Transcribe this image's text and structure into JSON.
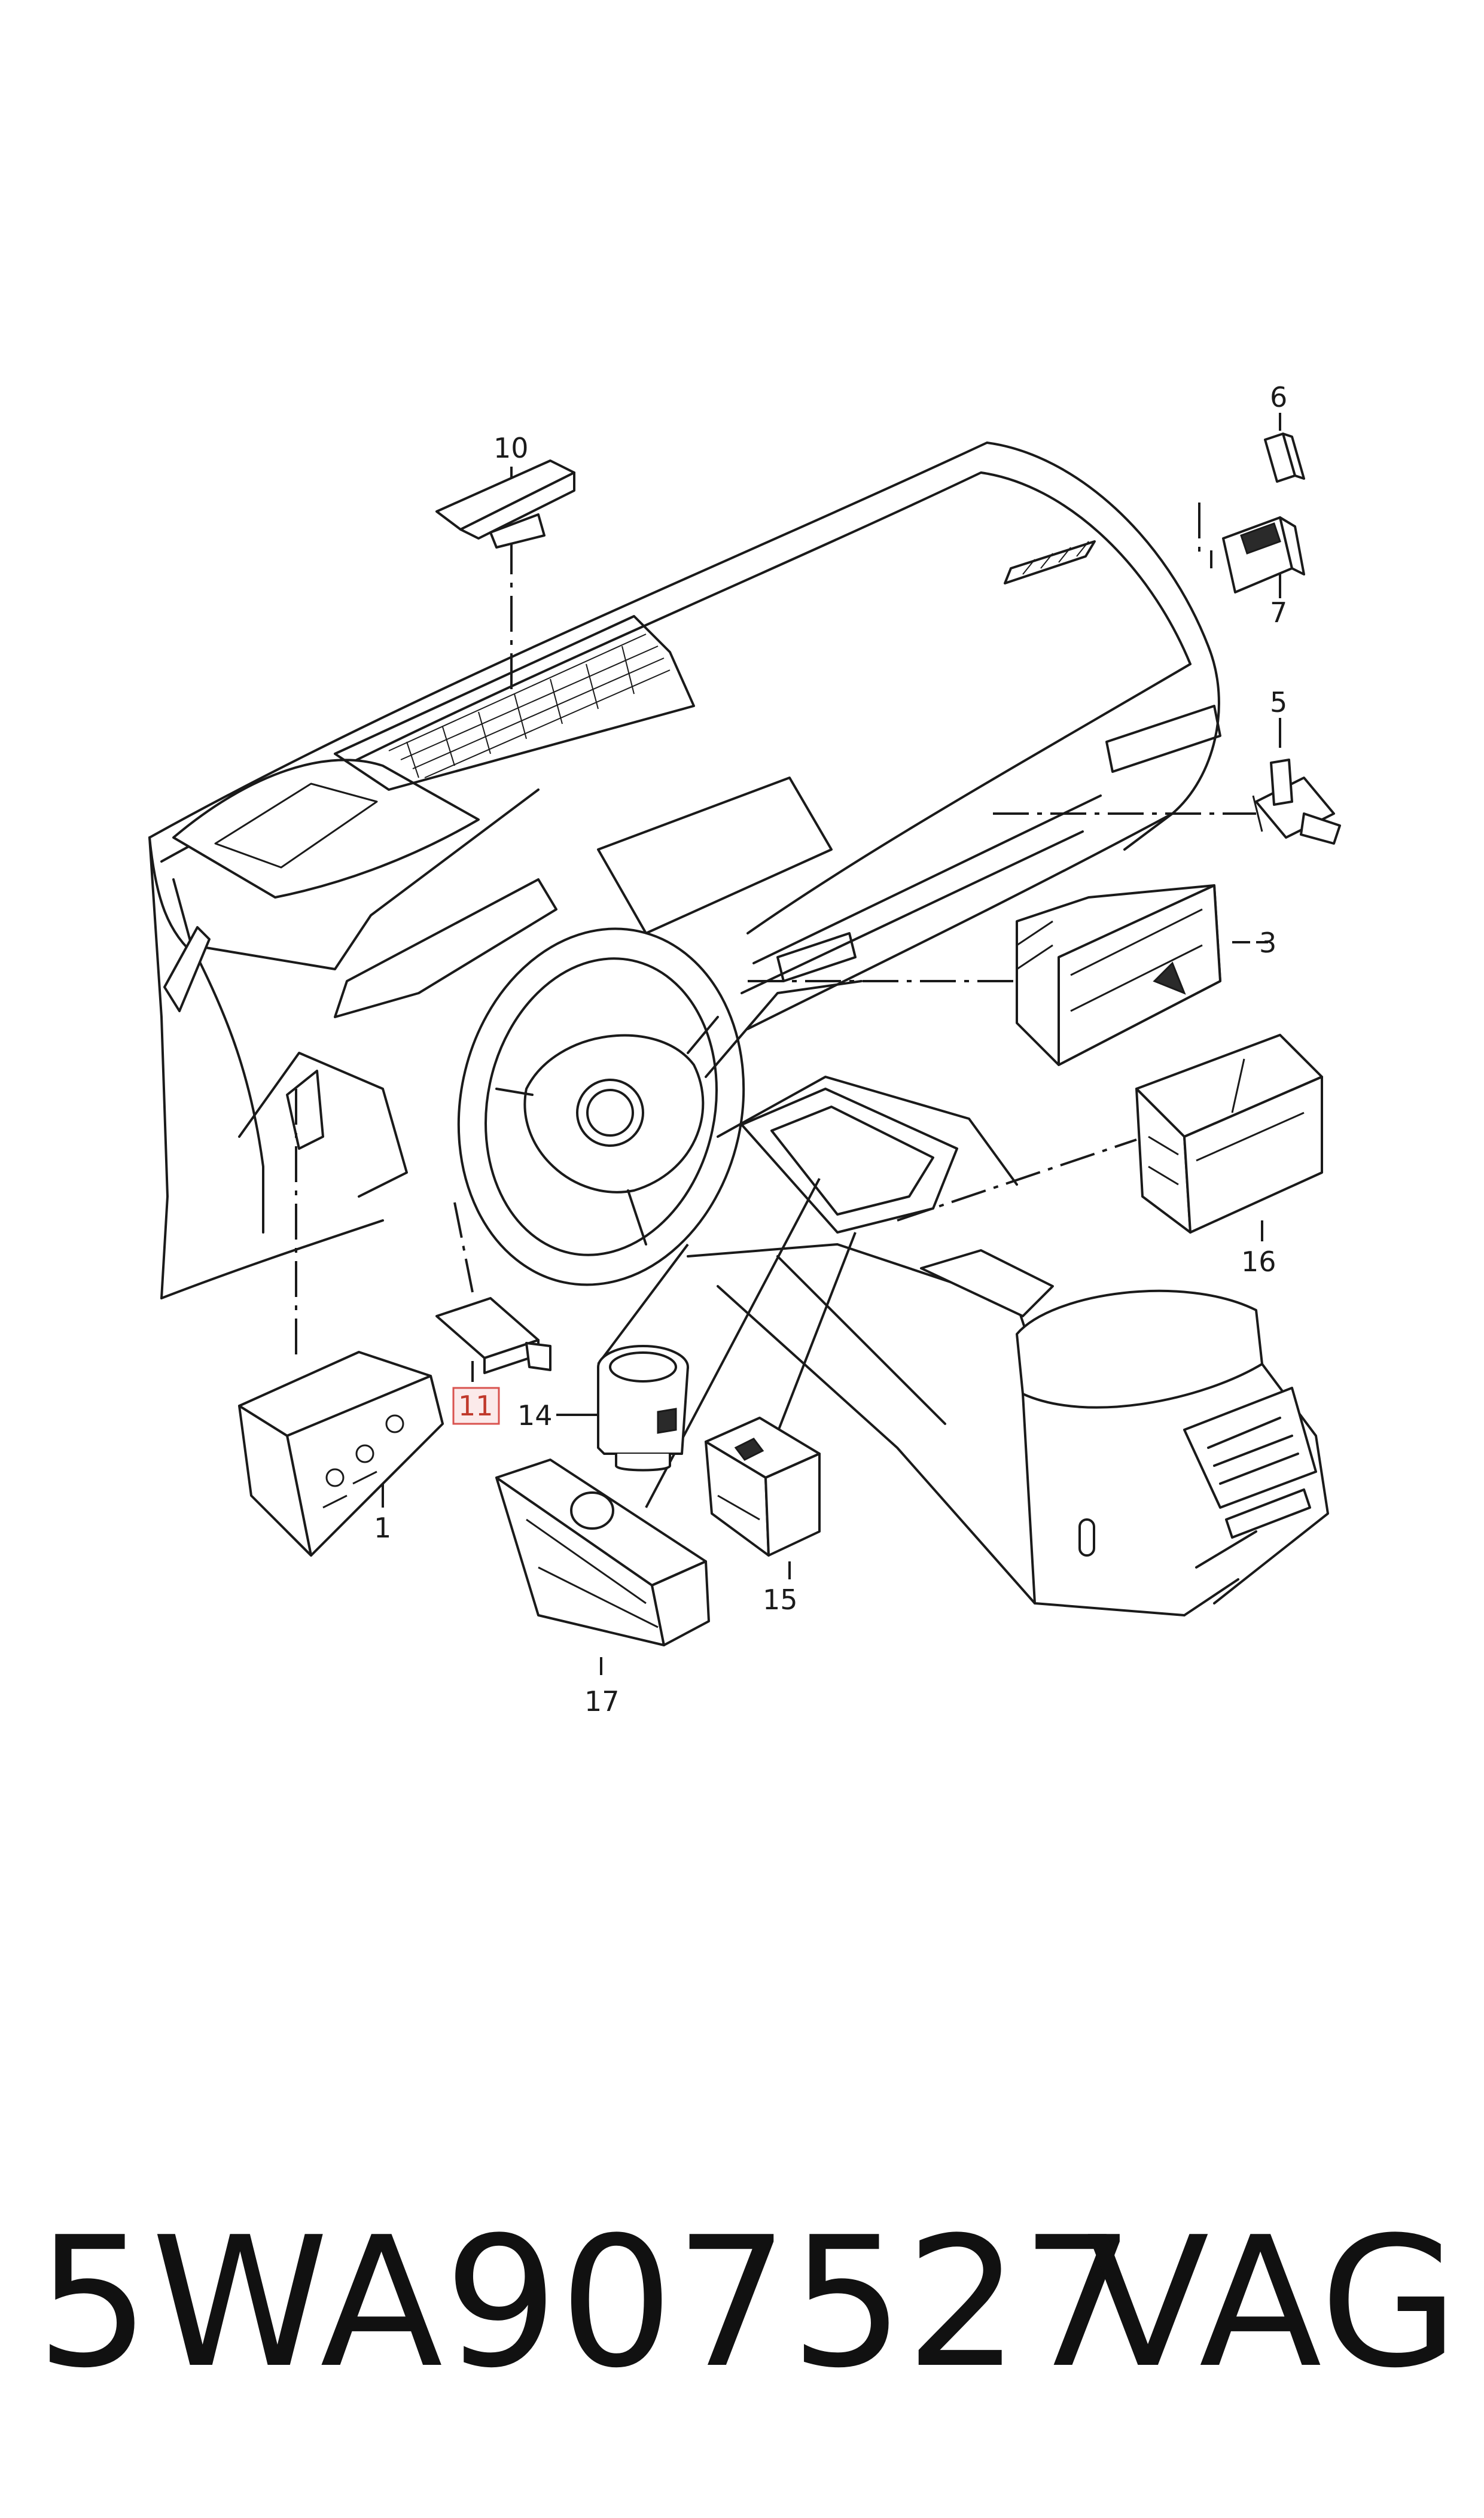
{
  "callouts": {
    "c1": "1",
    "c3": "3",
    "c5": "5",
    "c6": "6",
    "c7": "7",
    "c10": "10",
    "c11": "11",
    "c14": "14",
    "c15": "15",
    "c16": "16",
    "c17": "17"
  },
  "highlighted_callout": "11",
  "caption": {
    "part_number": "5WA907527",
    "brand": "VAG"
  },
  "colors": {
    "line": "#1a1a1a",
    "highlight_border": "#d9534f",
    "highlight_fill": "#fbeaea"
  }
}
